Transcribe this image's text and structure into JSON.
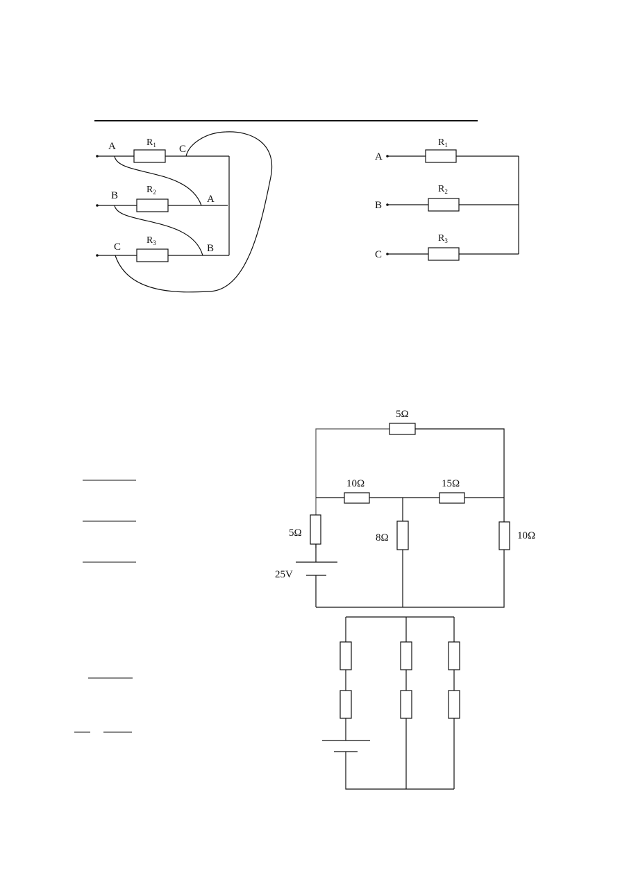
{
  "figure1": {
    "left": {
      "terminals": [
        "A",
        "B",
        "C"
      ],
      "resistors": [
        {
          "name": "R",
          "sub": "1"
        },
        {
          "name": "R",
          "sub": "2"
        },
        {
          "name": "R",
          "sub": "3"
        }
      ],
      "ends": [
        "C",
        "A",
        "B"
      ]
    },
    "right": {
      "terminals": [
        "A",
        "B",
        "C"
      ],
      "resistors": [
        {
          "name": "R",
          "sub": "1"
        },
        {
          "name": "R",
          "sub": "2"
        },
        {
          "name": "R",
          "sub": "3"
        }
      ]
    }
  },
  "figure2": {
    "top_resistor": "5Ω",
    "left_series_resistor": "10Ω",
    "right_series_resistor": "15Ω",
    "source_resistor": "5Ω",
    "middle_resistor": "8Ω",
    "right_resistor": "10Ω",
    "source_voltage": "25V"
  }
}
